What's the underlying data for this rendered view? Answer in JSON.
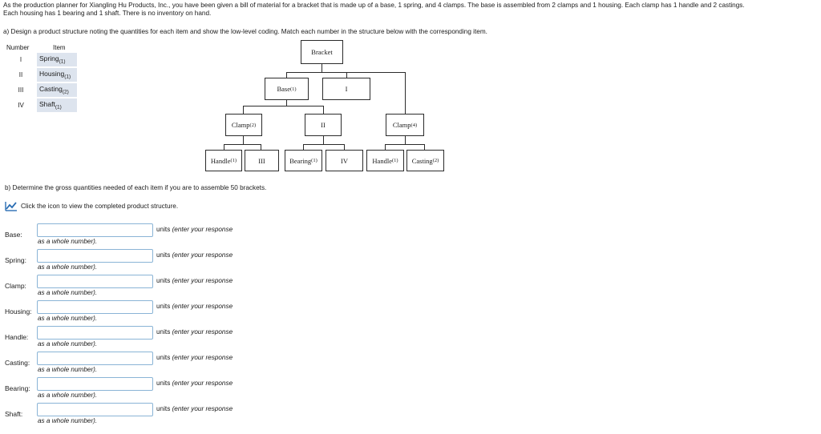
{
  "intro": {
    "line1": "As the production planner for Xiangling Hu Products, Inc., you have been given a bill of material for a bracket that is made up of a base, 1 spring, and 4 clamps. The base is assembled from 2 clamps and 1 housing. Each clamp has 1 handle and 2 castings.",
    "line2": "Each housing has 1 bearing and 1 shaft. There is no inventory on hand."
  },
  "part_a": "a) Design a product structure noting the quantities for each item and show the low-level coding. Match each number in the structure below with the corresponding item.",
  "table": {
    "number_header": "Number",
    "item_header": "Item",
    "rows": [
      {
        "number": "I",
        "item": "Spring",
        "qty": "(1)"
      },
      {
        "number": "II",
        "item": "Housing",
        "qty": "(1)"
      },
      {
        "number": "III",
        "item": "Casting",
        "qty": "(2)"
      },
      {
        "number": "IV",
        "item": "Shaft",
        "qty": "(1)"
      }
    ]
  },
  "tree": {
    "bracket": "Bracket",
    "base": {
      "name": "Base",
      "qty": "(1)"
    },
    "i": "I",
    "clamp2": {
      "name": "Clamp",
      "qty": "(2)"
    },
    "ii": "II",
    "clamp4": {
      "name": "Clamp",
      "qty": "(4)"
    },
    "handle_a": {
      "name": "Handle",
      "qty": "(1)"
    },
    "iii": "III",
    "bearing": {
      "name": "Bearing",
      "qty": "(1)"
    },
    "iv": "IV",
    "handle_b": {
      "name": "Handle",
      "qty": "(1)"
    },
    "casting": {
      "name": "Casting",
      "qty": "(2)"
    }
  },
  "part_b": "b) Determine the gross quantities needed of each item if you are to assemble 50 brackets.",
  "hint": "Click the icon to view the completed product structure.",
  "answers": {
    "unit_text": "units",
    "response_text": "(enter your response",
    "note": "as a whole number).",
    "rows": [
      {
        "label": "Base:",
        "value": ""
      },
      {
        "label": "Spring:",
        "value": ""
      },
      {
        "label": "Clamp:",
        "value": ""
      },
      {
        "label": "Housing:",
        "value": ""
      },
      {
        "label": "Handle:",
        "value": ""
      },
      {
        "label": "Casting:",
        "value": ""
      },
      {
        "label": "Bearing:",
        "value": ""
      },
      {
        "label": "Shaft:",
        "value": ""
      }
    ]
  },
  "colors": {
    "input_border": "#8ab4d6",
    "table_fill": "#dde4ee",
    "icon_blue": "#2a6db3"
  }
}
